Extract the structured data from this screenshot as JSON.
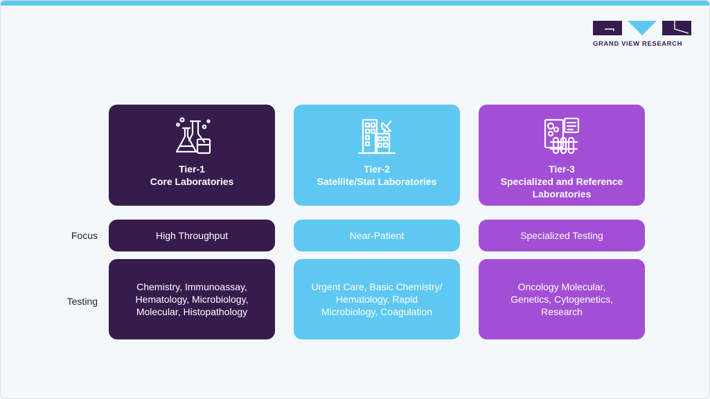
{
  "brand": {
    "logo_text": "GRAND VIEW RESEARCH",
    "colors": {
      "dark": "#351c4d",
      "blue": "#5ec8f2",
      "purple": "#a24fd6"
    }
  },
  "row_labels": {
    "focus": "Focus",
    "testing": "Testing"
  },
  "tiers": [
    {
      "icon": "lab-flasks-icon",
      "title": "Tier-1",
      "subtitle": "Core Laboratories",
      "focus": "High Throughput",
      "testing": "Chemistry, Immunoassay,\nHematology, Microbiology,\nMolecular, Histopathology"
    },
    {
      "icon": "building-satellite-icon",
      "title": "Tier-2",
      "subtitle": "Satellite/Stat Laboratories",
      "focus": "Near-Patient",
      "testing": "Urgent Care, Basic Chemistry/\nHematology, Rapid\nMicrobiology, Coagulation"
    },
    {
      "icon": "lab-report-tubes-icon",
      "title": "Tier-3",
      "subtitle": "Specialized and Reference\nLaboratories",
      "focus": "Specialized Testing",
      "testing": "Oncology Molecular,\nGenetics, Cytogenetics,\nResearch"
    }
  ]
}
